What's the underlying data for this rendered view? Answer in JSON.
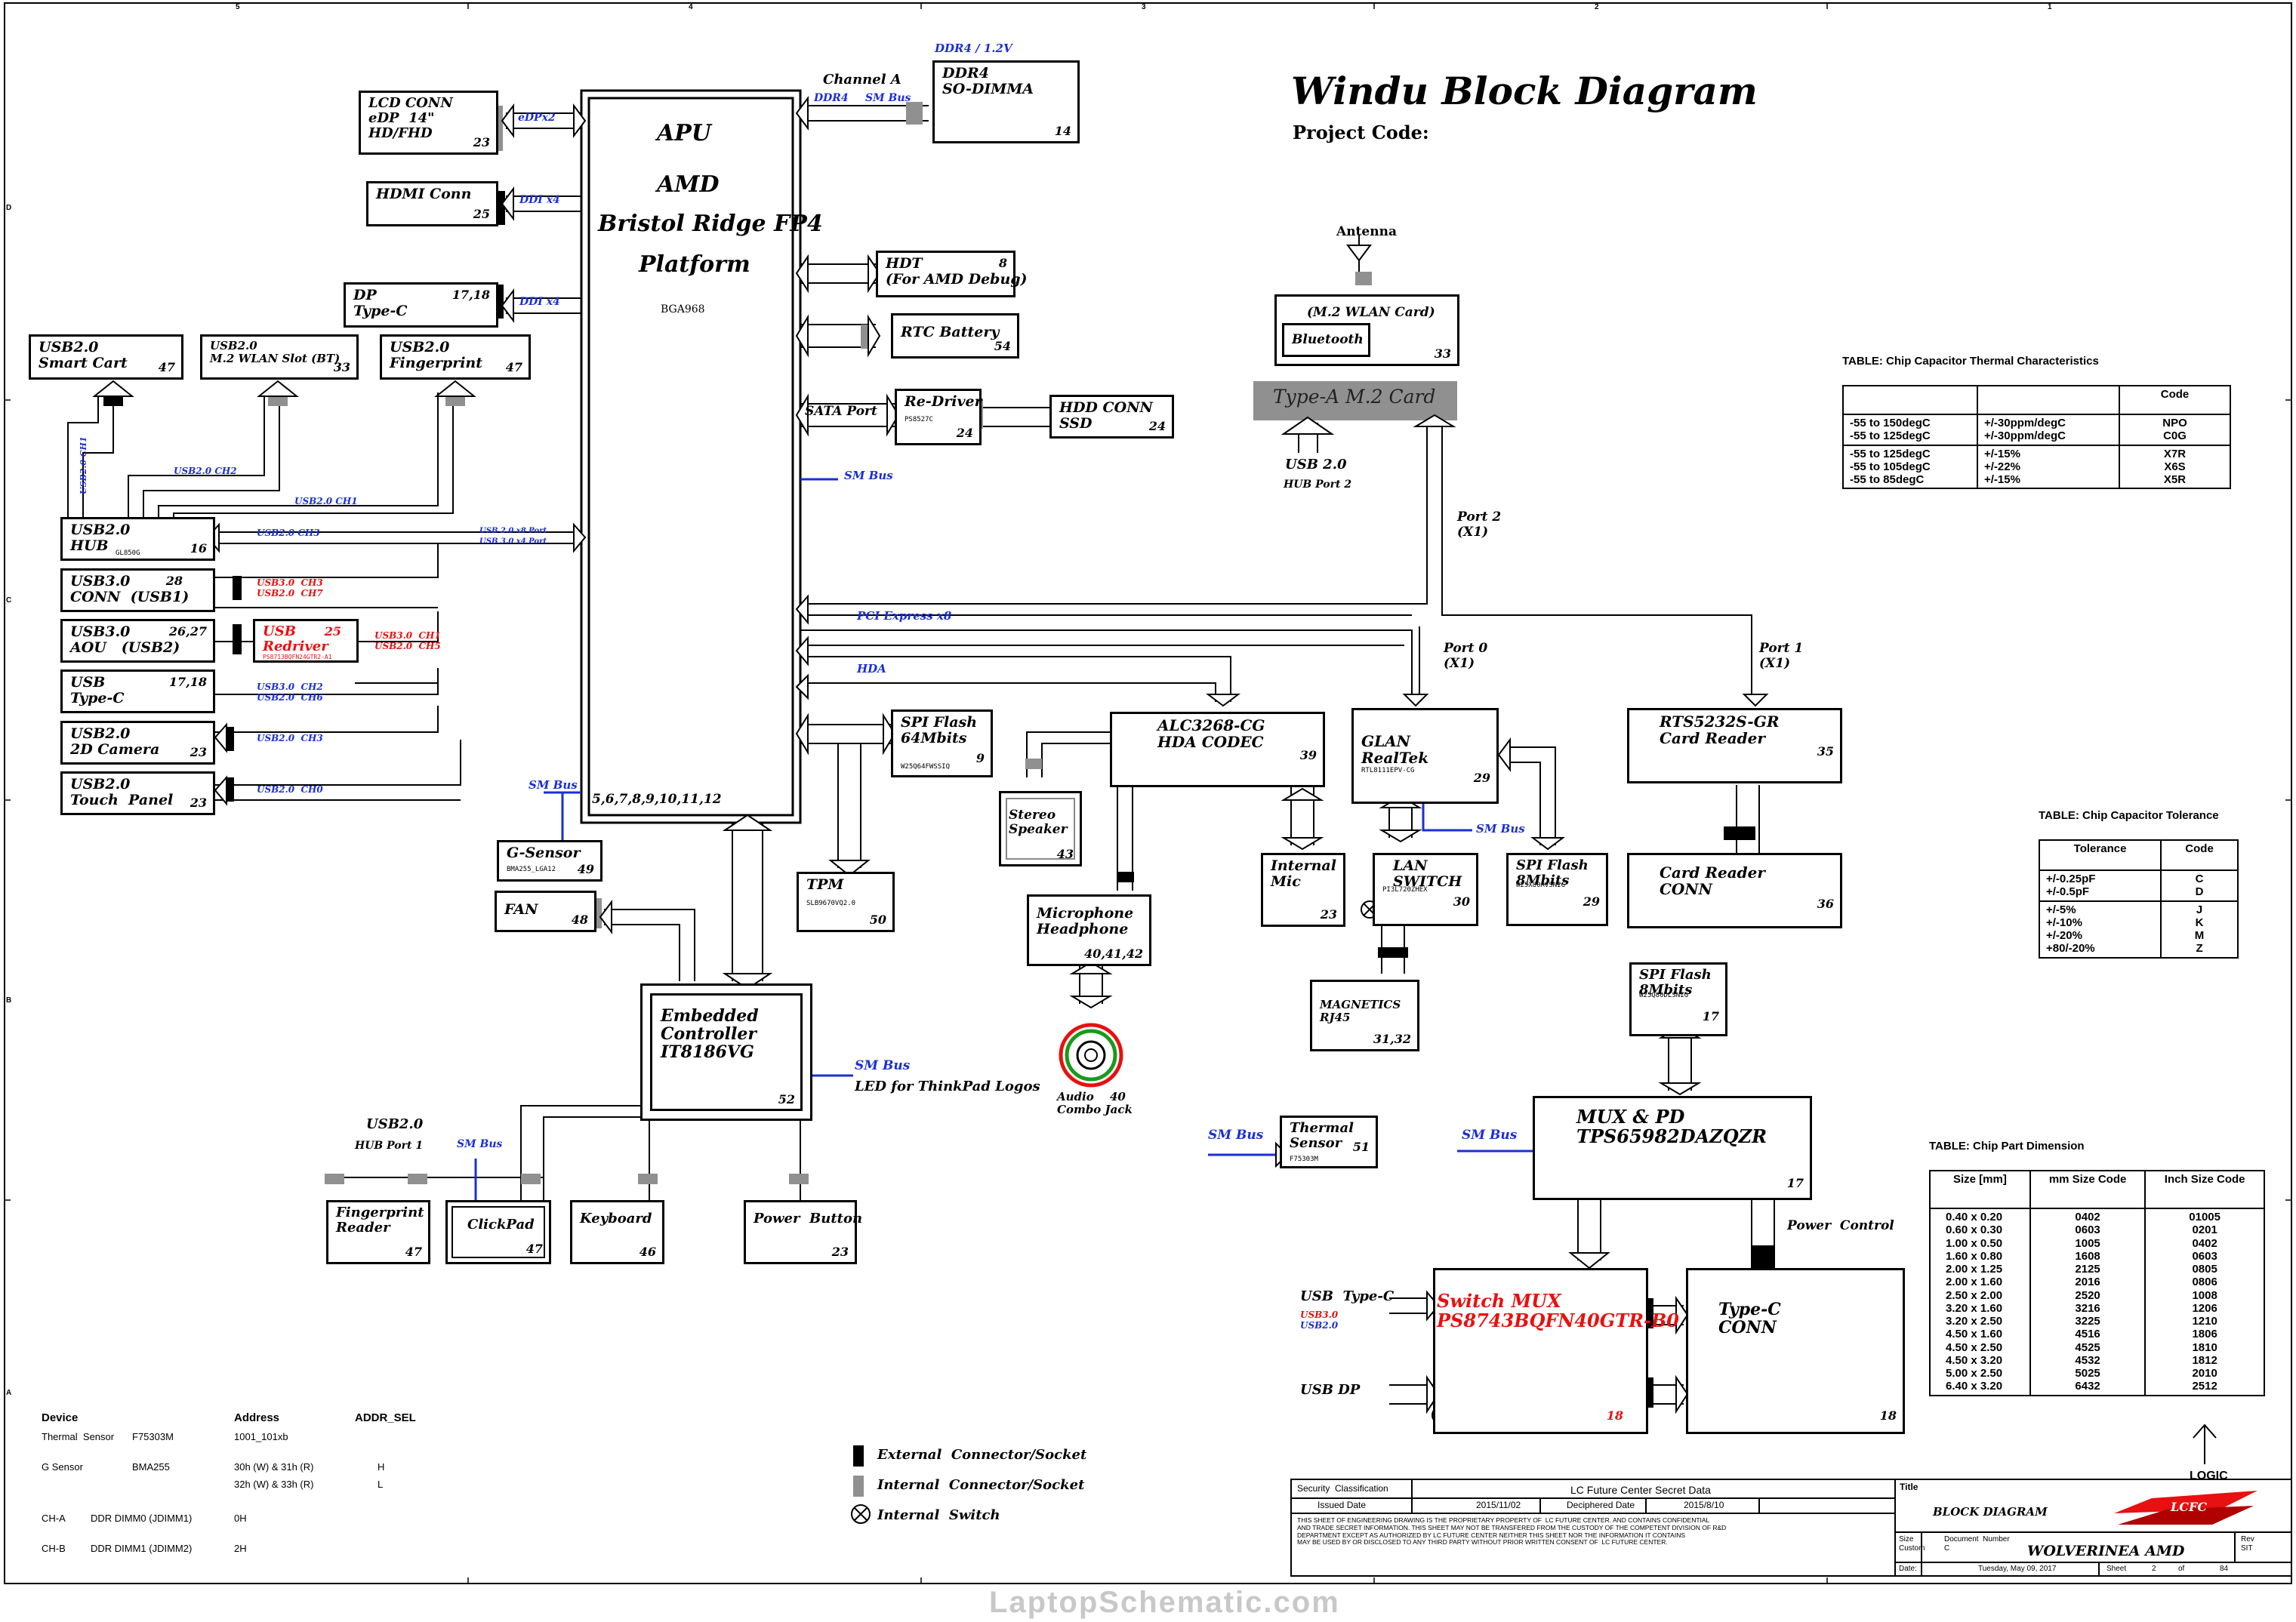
{
  "title": "Windu Block Diagram",
  "project_code": "Project Code:",
  "apu": {
    "l1": "APU",
    "l2": "AMD",
    "l3": "Bristol Ridge FP4",
    "l4": "Platform",
    "pkg": "BGA968",
    "pins": "5,6,7,8,9,10,11,12"
  },
  "ddr": {
    "label": "DDR4 / 1.2V",
    "ch": "Channel A",
    "bus1": "DDR4",
    "bus2": "SM Bus",
    "name": "DDR4\nSO-DIMMA",
    "num": "14"
  },
  "lcd": {
    "name": "LCD CONN\neDP  14\"\nHD/FHD",
    "num": "23",
    "bus": "eDPx2"
  },
  "hdmi": {
    "name": "HDMI Conn",
    "num": "25",
    "bus": "DDI x4"
  },
  "dp": {
    "name": "DP\nType-C",
    "num": "17,18",
    "bus": "DDI x4"
  },
  "hdt": {
    "name": "HDT\n(For AMD Debug)",
    "num": "8"
  },
  "rtc": {
    "name": "RTC Battery",
    "num": "54"
  },
  "redriver": {
    "name": "Re-Driver",
    "part": "PS8527C",
    "num": "24",
    "bus": "SATA Port"
  },
  "hdd": {
    "name": "HDD CONN\nSSD",
    "num": "24"
  },
  "smbus_apu": "SM Bus",
  "pcie": "PCI Express x8",
  "hda": "HDA",
  "antenna": "Antenna",
  "wlan": {
    "name": "(M.2 WLAN Card)",
    "bt": "Bluetooth",
    "num": "33",
    "card": "Type-A M.2 Card",
    "usb": "USB 2.0",
    "hub": "HUB Port 2",
    "port2": "Port 2\n(X1)"
  },
  "usb_smart": {
    "name": "USB2.0\nSmart Cart",
    "num": "47"
  },
  "usb_wlan": {
    "name": "USB2.0\nM.2 WLAN Slot (BT)",
    "num": "33"
  },
  "usb_fp": {
    "name": "USB2.0\nFingerprint",
    "num": "47"
  },
  "usb_hub": {
    "name": "USB2.0\nHUB",
    "part": "GL850G",
    "num": "16"
  },
  "usb3_conn": {
    "name": "USB3.0\nCONN  (USB1)",
    "num": "28"
  },
  "usb3_aou": {
    "name": "USB3.0\nAOU   (USB2)",
    "num": "26,27"
  },
  "usb_redriver": {
    "name": "USB\nRedriver",
    "num": "25",
    "part": "PS8713BQFN24GTR2-A1"
  },
  "usb_typec": {
    "name": "USB\nType-C",
    "num": "17,18"
  },
  "usb_cam": {
    "name": "USB2.0\n2D Camera",
    "num": "23"
  },
  "usb_touch": {
    "name": "USB2.0\nTouch  Panel",
    "num": "23"
  },
  "ch_labels": {
    "ch1a": "USB2.0 CH1",
    "ch2": "USB2.0 CH2",
    "ch1b": "USB2.0 CH1",
    "ch3": "USB2.0 CH3",
    "port8": "USB 2.0 x8 Port",
    "port4": "USB 3.0 x4 Port",
    "u3ch3": "USB3.0  CH3",
    "u2ch7": "USB2.0  CH7",
    "u3ch1": "USB3.0  CH1",
    "u2ch5": "USB2.0  CH5",
    "u3ch2": "USB3.0  CH2",
    "u2ch6": "USB2.0  CH6",
    "cam": "USB2.0  CH3",
    "touch": "USB2.0  CH0"
  },
  "gsensor": {
    "name": "G-Sensor",
    "part": "BMA255_LGA12",
    "num": "49",
    "bus": "SM Bus"
  },
  "fan": {
    "name": "FAN",
    "num": "48"
  },
  "spi64": {
    "name": "SPI Flash\n64Mbits",
    "part": "W25Q64FWSSIQ",
    "num": "9"
  },
  "tpm": {
    "name": "TPM",
    "part": "SLB9670VQ2.0",
    "num": "50"
  },
  "ec": {
    "name": "Embedded\nController\nIT8186VG",
    "num": "52",
    "bus": "SM Bus",
    "led": "LED for ThinkPad Logos"
  },
  "codec": {
    "name": "ALC3268-CG\nHDA CODEC",
    "num": "39"
  },
  "speaker": {
    "name": "Stereo\nSpeaker",
    "num": "43"
  },
  "mic_hp": {
    "name": "Microphone\nHeadphone",
    "num": "40,41,42"
  },
  "jack": {
    "name": "Audio\nCombo Jack",
    "num": "40"
  },
  "int_mic": {
    "name": "Internal\nMic",
    "num": "23"
  },
  "glan": {
    "name": "GLAN\nRealTek",
    "part": "RTL8111EPV-CG",
    "num": "29",
    "port0": "Port 0\n(X1)",
    "bus": "SM Bus"
  },
  "lanswitch": {
    "name": "LAN\nSWITCH",
    "part": "PI3L720ZHEX",
    "num": "30"
  },
  "spi8a": {
    "name": "SPI Flash\n8Mbits",
    "part": "W25X80AVSNIG",
    "num": "29"
  },
  "magnetics": {
    "name": "MAGNETICS\nRJ45",
    "num": "31,32"
  },
  "rts": {
    "name": "RTS5232S-GR\nCard Reader",
    "num": "35",
    "port1": "Port 1\n(X1)"
  },
  "cardconn": {
    "name": "Card Reader\nCONN",
    "num": "36"
  },
  "spi8b": {
    "name": "SPI Flash\n8Mbits",
    "part": "W25Q80DLSNIG",
    "num": "17"
  },
  "mux": {
    "name": "MUX & PD\nTPS65982DAZQZR",
    "num": "17",
    "bus": "SM Bus",
    "power": "Power  Control"
  },
  "thermal": {
    "name": "Thermal\nSensor",
    "part": "F75303M",
    "num": "51",
    "bus": "SM Bus"
  },
  "switchmux": {
    "name": "Switch MUX\nPS8743BQFN40GTR-B0",
    "num": "18",
    "usbc": "USB  Type-C",
    "u3": "USB3.0",
    "u2": "USB2.0",
    "usbdp": "USB DP"
  },
  "typec_conn": {
    "name": "Type-C\nCONN",
    "num": "18"
  },
  "usb_hub1": {
    "label": "USB2.0",
    "sub": "HUB Port 1",
    "bus": "SM Bus"
  },
  "fp_reader": {
    "name": "Fingerprint\nReader",
    "num": "47"
  },
  "clickpad": {
    "name": "ClickPad",
    "num": "47"
  },
  "keyboard": {
    "name": "Keyboard",
    "num": "46"
  },
  "power_btn": {
    "name": "Power  Button",
    "num": "23"
  },
  "legend": {
    "ext": "External  Connector/Socket",
    "int": "Internal  Connector/Socket",
    "sw": "Internal  Switch"
  },
  "device_table": {
    "headers": [
      "Device",
      "Address",
      "ADDR_SEL"
    ],
    "rows": [
      [
        "Thermal  Sensor",
        "F75303M",
        "1001_101xb",
        ""
      ],
      [
        "G Sensor",
        "BMA255",
        "30h (W) & 31h (R)",
        "H"
      ],
      [
        "",
        "",
        "32h (W) & 33h (R)",
        "L"
      ],
      [
        "CH-A",
        "DDR DIMM0 (JDIMM1)",
        "0H",
        ""
      ],
      [
        "CH-B",
        "DDR DIMM1 (JDIMM2)",
        "2H",
        ""
      ]
    ]
  },
  "thermal_table": {
    "title": "TABLE: Chip Capacitor Thermal Characteristics",
    "code_header": "Code",
    "rows": [
      [
        "-55 to 150degC\n-55 to 125degC",
        "+/-30ppm/degC\n+/-30ppm/degC",
        "NPO\nC0G"
      ],
      [
        "-55 to 125degC\n-55 to 105degC\n-55 to 85degC",
        "+/-15%\n+/-22%\n+/-15%",
        "X7R\nX6S\nX5R"
      ]
    ]
  },
  "tolerance_table": {
    "title": "TABLE: Chip Capacitor Tolerance",
    "headers": [
      "Tolerance",
      "Code"
    ],
    "rows": [
      [
        "+/-0.25pF\n+/-0.5pF",
        "C\nD"
      ],
      [
        "+/-5%\n+/-10%\n+/-20%\n+80/-20%",
        "J\nK\nM\nZ"
      ]
    ]
  },
  "dimension_table": {
    "title": "TABLE: Chip Part Dimension",
    "headers": [
      "Size [mm]",
      "mm Size Code",
      "Inch Size Code"
    ],
    "sizes": "0.40 x 0.20\n0.60 x 0.30\n1.00 x 0.50\n1.60 x 0.80\n2.00 x 1.25\n2.00 x 1.60\n2.50 x 2.00\n3.20 x 1.60\n3.20 x 2.50\n4.50 x 1.60\n4.50 x 2.50\n4.50 x 3.20\n5.00 x 2.50\n6.40 x 3.20",
    "mm": "0402\n0603\n1005\n1608\n2125\n2016\n2520\n3216\n3225\n4516\n4525\n4532\n5025\n6432",
    "inch": "01005\n0201\n0402\n0603\n0805\n0806\n1008\n1206\n1210\n1806\n1810\n1812\n2010\n2512"
  },
  "logic": "LOGIC",
  "titleblock": {
    "sec_class": "Security  Classification",
    "secret": "LC Future Center Secret Data",
    "issued": "Issued Date",
    "issued_v": "2015/11/02",
    "deciph": "Deciphered Date",
    "deciph_v": "2015/8/10",
    "title_lbl": "Title",
    "title_v": "BLOCK DIAGRAM",
    "notice": "THIS SHEET OF ENGINEERING DRAWING IS THE PROPRIETARY PROPERTY OF  LC FUTURE CENTER. AND CONTAINS CONFIDENTIAL\nAND TRADE SECRET INFORMATION. THIS SHEET MAY NOT BE TRANSFERED FROM THE CUSTODY OF THE COMPETENT DIVISION OF R&D\nDEPARTMENT EXCEPT AS AUTHORIZED BY LC FUTURE CENTER NEITHER THIS SHEET NOR THE INFORMATION IT CONTAINS\nMAY BE USED BY OR DISCLOSED TO ANY THIRD PARTY WITHOUT PRIOR WRITTEN CONSENT OF  LC FUTURE CENTER.",
    "size": "Size\nCustom",
    "docnum": "Document  Number\nC",
    "docname": "WOLVERINEA AMD",
    "rev": "Rev\nSIT",
    "date": "Date:",
    "date_v": "Tuesday, May 09, 2017",
    "sheet": "Sheet",
    "sheet_v": "2",
    "of": "of",
    "total": "84",
    "logo": "LCFC"
  },
  "watermark": "LaptopSchematic.com",
  "frame": {
    "cols": [
      "5",
      "4",
      "3",
      "2",
      "1"
    ],
    "rows": [
      "D",
      "C",
      "B",
      "A"
    ]
  },
  "colors": {
    "blue": "#1a2fd6",
    "red": "#e81010",
    "gray": "#909090",
    "green": "#1a9a1a"
  }
}
